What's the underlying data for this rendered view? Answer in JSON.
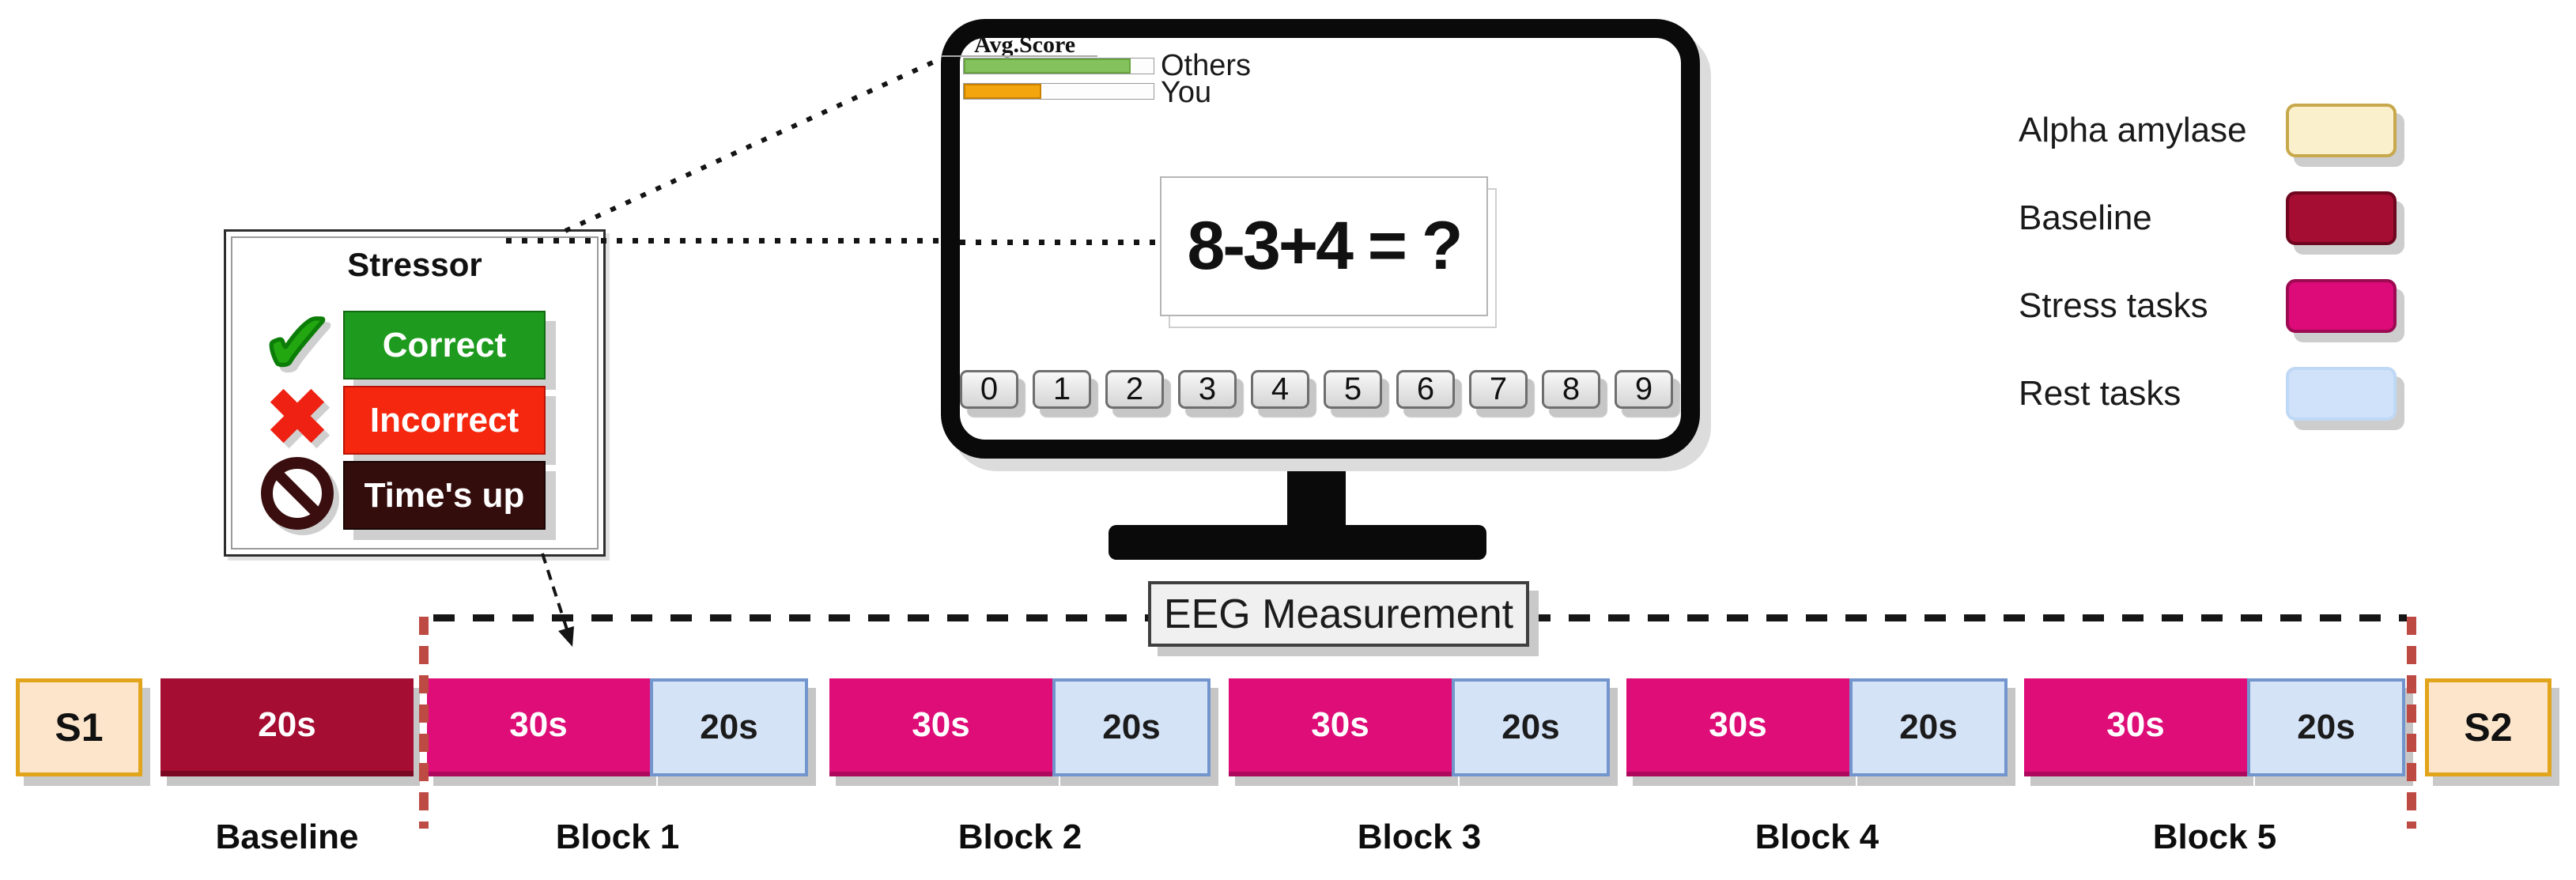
{
  "stressor": {
    "title": "Stressor",
    "rows": [
      {
        "icon": "check",
        "label": "Correct"
      },
      {
        "icon": "cross",
        "label": "Incorrect"
      },
      {
        "icon": "prohibited",
        "label": "Time's up"
      }
    ]
  },
  "monitor": {
    "score_panel": {
      "title": "Avg.Score",
      "bars": [
        {
          "label": "Others",
          "percent": 88,
          "fill": "#84C25E",
          "border": "#67A33F"
        },
        {
          "label": "You",
          "percent": 41,
          "fill": "#F3A50D",
          "border": "#C98200"
        }
      ]
    },
    "equation": "8-3+4 = ?",
    "keypad": [
      "0",
      "1",
      "2",
      "3",
      "4",
      "5",
      "6",
      "7",
      "8",
      "9"
    ]
  },
  "eeg_banner": {
    "label": "EEG Measurement"
  },
  "timeline": {
    "start_marker": "S1",
    "end_marker": "S2",
    "baseline": {
      "duration": "20s",
      "label": "Baseline"
    },
    "blocks": [
      {
        "label": "Block 1",
        "stress_duration": "30s",
        "rest_duration": "20s"
      },
      {
        "label": "Block 2",
        "stress_duration": "30s",
        "rest_duration": "20s"
      },
      {
        "label": "Block 3",
        "stress_duration": "30s",
        "rest_duration": "20s"
      },
      {
        "label": "Block 4",
        "stress_duration": "30s",
        "rest_duration": "20s"
      },
      {
        "label": "Block 5",
        "stress_duration": "30s",
        "rest_duration": "20s"
      }
    ]
  },
  "legend": {
    "items": [
      {
        "label": "Alpha amylase",
        "fill": "#FAF0CB",
        "border": "#C7A84C"
      },
      {
        "label": "Baseline",
        "fill": "#A50D33",
        "border": "#6E0620"
      },
      {
        "label": "Stress tasks",
        "fill": "#DD0B79",
        "border": "#9C0A52"
      },
      {
        "label": "Rest tasks",
        "fill": "#CFE2F9",
        "border": "#BFD8F5"
      }
    ]
  },
  "colors": {
    "stress_task": "#DE0D78",
    "rest_task": "#D5E3F7",
    "baseline": "#A50D32",
    "saliva_marker_fill": "#FCE5CB",
    "saliva_marker_border": "#E2A41B",
    "session_divider": "#BE4A44",
    "correct": "#1E9B1E",
    "incorrect": "#F5270F",
    "times_up": "#330C0C"
  }
}
